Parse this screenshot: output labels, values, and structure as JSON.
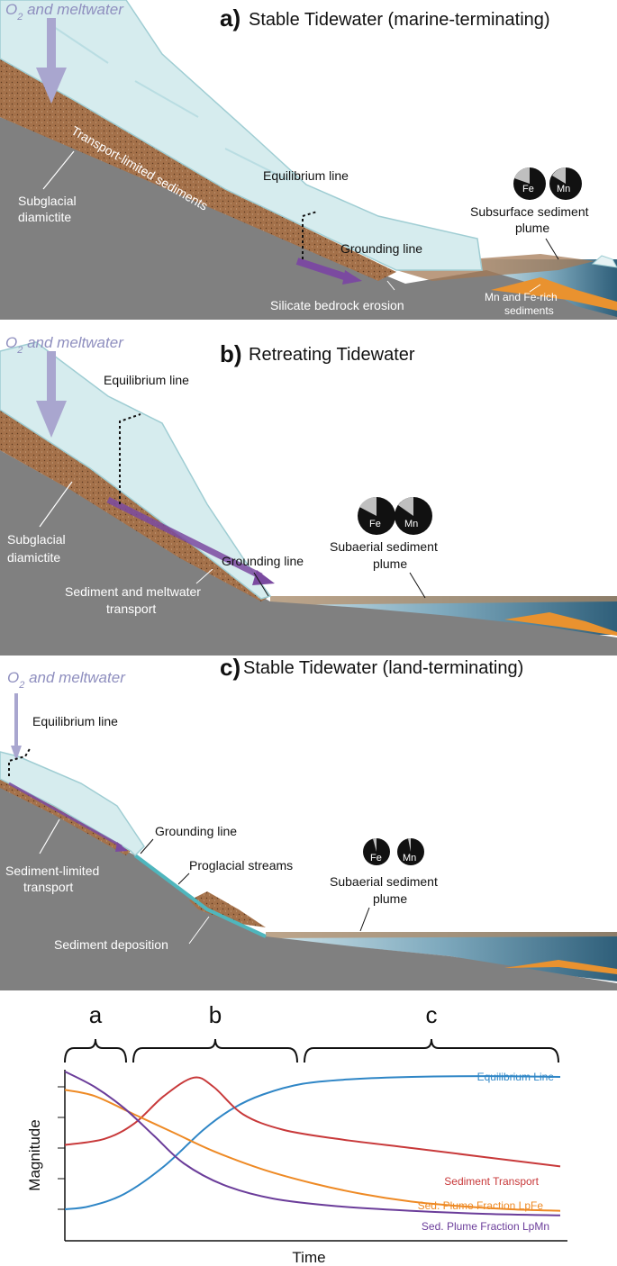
{
  "panel_a": {
    "letter": "a)",
    "title": "Stable Tidewater (marine-terminating)",
    "o2": "O",
    "o2_sub": "2",
    "o2_rest": " and meltwater",
    "transport_label": "Transport-limited sediments",
    "diamictite_1": "Subglacial",
    "diamictite_2": "diamictite",
    "equilibrium": "Equilibrium line",
    "grounding": "Grounding line",
    "silicate": "Silicate bedrock erosion",
    "plume_1": "Subsurface sediment",
    "plume_2": "plume",
    "mnfe_1": "Mn and Fe-rich",
    "mnfe_2": "sediments",
    "pie_fe": "Fe",
    "pie_mn": "Mn"
  },
  "panel_b": {
    "letter": "b)",
    "title": "Retreating Tidewater",
    "o2": "O",
    "o2_sub": "2",
    "o2_rest": " and meltwater",
    "equilibrium": "Equilibrium line",
    "diamictite_1": "Subglacial",
    "diamictite_2": "diamictite",
    "grounding": "Grounding line",
    "transport_1": "Sediment and meltwater",
    "transport_2": "transport",
    "plume_1": "Subaerial sediment",
    "plume_2": "plume",
    "pie_fe": "Fe",
    "pie_mn": "Mn"
  },
  "panel_c": {
    "letter": "c)",
    "title": "Stable Tidewater (land-terminating)",
    "o2": "O",
    "o2_sub": "2",
    "o2_rest": " and meltwater",
    "equilibrium": "Equilibrium line",
    "grounding": "Grounding line",
    "proglacial": "Proglacial streams",
    "limited_1": "Sediment-limited",
    "limited_2": "transport",
    "deposition": "Sediment deposition",
    "plume_1": "Subaerial sediment",
    "plume_2": "plume",
    "pie_fe": "Fe",
    "pie_mn": "Mn"
  },
  "colors": {
    "ice": "#d6ecee",
    "ice_edge": "#9fcdd3",
    "bedrock": "#808080",
    "sediment": "#a87a55",
    "water": "#3e6f8a",
    "orange_sediment": "#e9922f",
    "arrow": "#a9a6cf",
    "purple_flow": "#7b4aa0"
  },
  "chart_data": {
    "type": "line",
    "xlabel": "Time",
    "ylabel": "Magnitude",
    "brackets": [
      "a",
      "b",
      "c"
    ],
    "series": [
      {
        "name": "Equilibrium Line",
        "color": "#2f86c6",
        "x": [
          0,
          0.05,
          0.12,
          0.2,
          0.28,
          0.34,
          0.4,
          0.48,
          0.58,
          0.7,
          0.85,
          1.0
        ],
        "y": [
          0.1,
          0.12,
          0.2,
          0.38,
          0.62,
          0.76,
          0.85,
          0.92,
          0.95,
          0.965,
          0.97,
          0.965
        ]
      },
      {
        "name": "Sediment Transport",
        "color": "#c8393a",
        "x": [
          0,
          0.08,
          0.14,
          0.2,
          0.26,
          0.3,
          0.36,
          0.44,
          0.55,
          0.7,
          0.85,
          1.0
        ],
        "y": [
          0.52,
          0.56,
          0.66,
          0.84,
          0.96,
          0.9,
          0.72,
          0.62,
          0.56,
          0.5,
          0.44,
          0.38
        ]
      },
      {
        "name": "Sed. Plume Fraction LpFe",
        "color": "#ee8a25",
        "x": [
          0,
          0.06,
          0.14,
          0.22,
          0.3,
          0.4,
          0.5,
          0.6,
          0.7,
          0.8,
          0.9,
          1.0
        ],
        "y": [
          0.88,
          0.84,
          0.72,
          0.6,
          0.48,
          0.36,
          0.27,
          0.2,
          0.15,
          0.12,
          0.1,
          0.09
        ]
      },
      {
        "name": "Sed. Plume Fraction LpMn",
        "color": "#6b3d9a",
        "x": [
          0,
          0.06,
          0.12,
          0.18,
          0.24,
          0.32,
          0.42,
          0.55,
          0.7,
          0.85,
          1.0
        ],
        "y": [
          1.0,
          0.9,
          0.76,
          0.58,
          0.4,
          0.26,
          0.17,
          0.12,
          0.09,
          0.07,
          0.06
        ]
      }
    ]
  }
}
